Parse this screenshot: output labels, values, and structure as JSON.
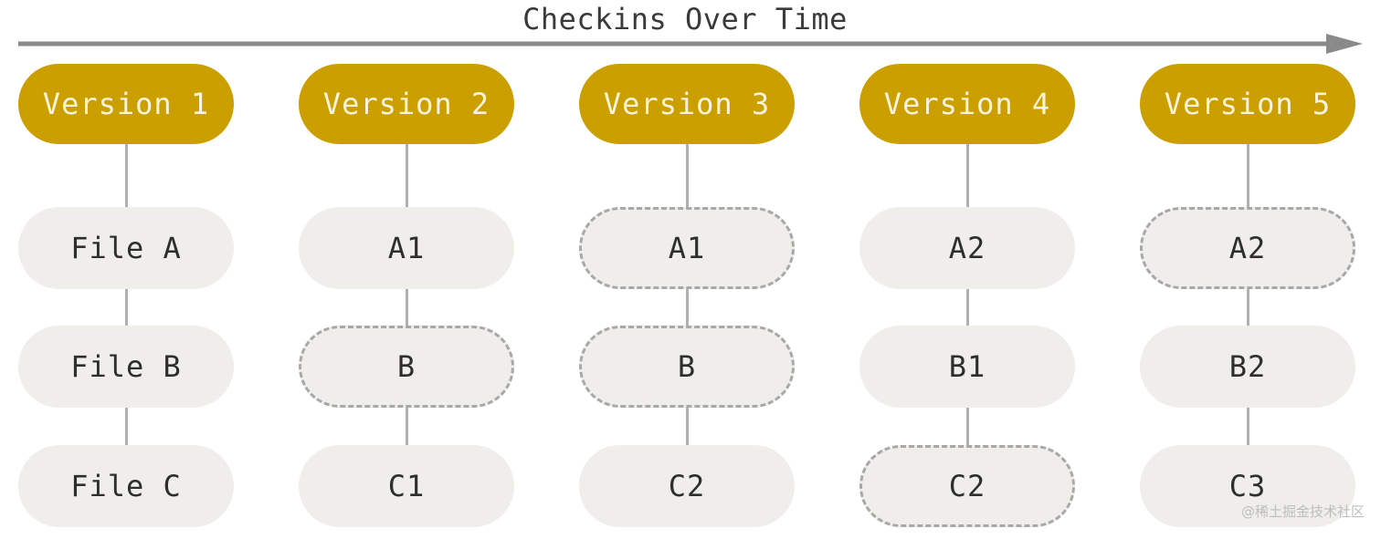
{
  "title": "Checkins Over Time",
  "colors": {
    "version_fill": "#cc9f00",
    "file_fill": "#efeeea",
    "connector": "#b0b0b0",
    "arrow": "#8a8a8a"
  },
  "versions": [
    {
      "label": "Version 1",
      "files": [
        {
          "label": "File A",
          "unchanged": false
        },
        {
          "label": "File B",
          "unchanged": false
        },
        {
          "label": "File C",
          "unchanged": false
        }
      ]
    },
    {
      "label": "Version 2",
      "files": [
        {
          "label": "A1",
          "unchanged": false
        },
        {
          "label": "B",
          "unchanged": true
        },
        {
          "label": "C1",
          "unchanged": false
        }
      ]
    },
    {
      "label": "Version 3",
      "files": [
        {
          "label": "A1",
          "unchanged": true
        },
        {
          "label": "B",
          "unchanged": true
        },
        {
          "label": "C2",
          "unchanged": false
        }
      ]
    },
    {
      "label": "Version 4",
      "files": [
        {
          "label": "A2",
          "unchanged": false
        },
        {
          "label": "B1",
          "unchanged": false
        },
        {
          "label": "C2",
          "unchanged": true
        }
      ]
    },
    {
      "label": "Version 5",
      "files": [
        {
          "label": "A2",
          "unchanged": true
        },
        {
          "label": "B2",
          "unchanged": false
        },
        {
          "label": "C3",
          "unchanged": false
        }
      ]
    }
  ],
  "watermark": "@稀土掘金技术社区"
}
